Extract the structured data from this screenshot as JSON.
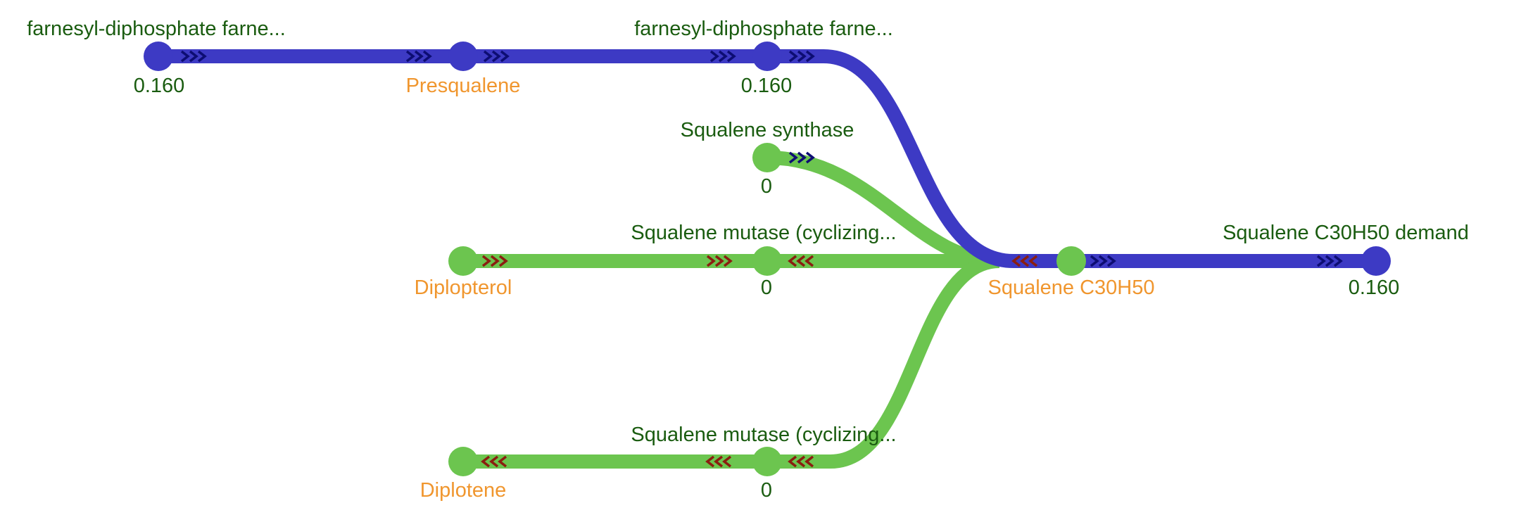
{
  "colors": {
    "active_edge": "#3d3ac4",
    "inactive_edge": "#6cc54f",
    "active_node": "#3d3ac4",
    "inactive_node": "#6cc54f",
    "reaction_text": "#1a5c10",
    "metabolite_text": "#f0962e",
    "arrow_forward": "#0d0d73",
    "arrow_reverse": "#8a1e10",
    "background": "#ffffff"
  },
  "reactions": [
    {
      "name": "farnesyl-diphosphate farne...",
      "flux": "0.160",
      "status": "active"
    },
    {
      "name": "farnesyl-diphosphate farne...",
      "flux": "0.160",
      "status": "active"
    },
    {
      "name": "Squalene synthase",
      "flux": "0",
      "status": "inactive"
    },
    {
      "name": "Squalene mutase (cyclizing...",
      "flux": "0",
      "status": "inactive"
    },
    {
      "name": "Squalene C30H50 demand",
      "flux": "0.160",
      "status": "active"
    },
    {
      "name": "Squalene mutase (cyclizing...",
      "flux": "0",
      "status": "inactive"
    }
  ],
  "metabolites": [
    {
      "name": "Presqualene"
    },
    {
      "name": "Diplopterol"
    },
    {
      "name": "Squalene C30H50"
    },
    {
      "name": "Diplotene"
    }
  ],
  "icons": {
    "forward_flux": "chevron-right-triple-icon",
    "reverse_flux": "chevron-left-triple-icon"
  }
}
